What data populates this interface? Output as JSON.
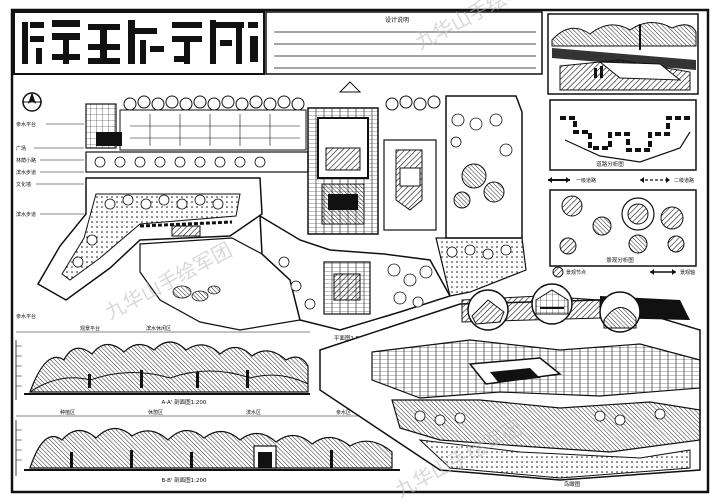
{
  "title_block": {
    "design_notes_heading": "设计说明"
  },
  "labels": {
    "plan_left": [
      "亲水平台",
      "广场",
      "林荫小路",
      "滨水步道",
      "文化墙",
      "滨水步道"
    ],
    "platform": "亲水平台",
    "plan_scale": "平面图1:500",
    "section_aa_callouts": [
      "观景平台",
      "滨水休闲区"
    ],
    "section_aa_title": "A-A' 剖面图1:200",
    "section_bb_callouts": [
      "种植区",
      "休憩区",
      "滨水区",
      "亲水区"
    ],
    "section_bb_title": "B-B' 剖面图1:200",
    "aerial_title": "鸟瞰图",
    "analysis_1": "道路分析图",
    "analysis_2": "景观分析图",
    "legend_1": "一级道路",
    "legend_2": "二级道路",
    "legend_3": "景观节点",
    "legend_4": "景观轴"
  },
  "watermark": {
    "text": "九华山手绘军团"
  },
  "icons": {
    "north_arrow": "north-arrow-icon"
  }
}
